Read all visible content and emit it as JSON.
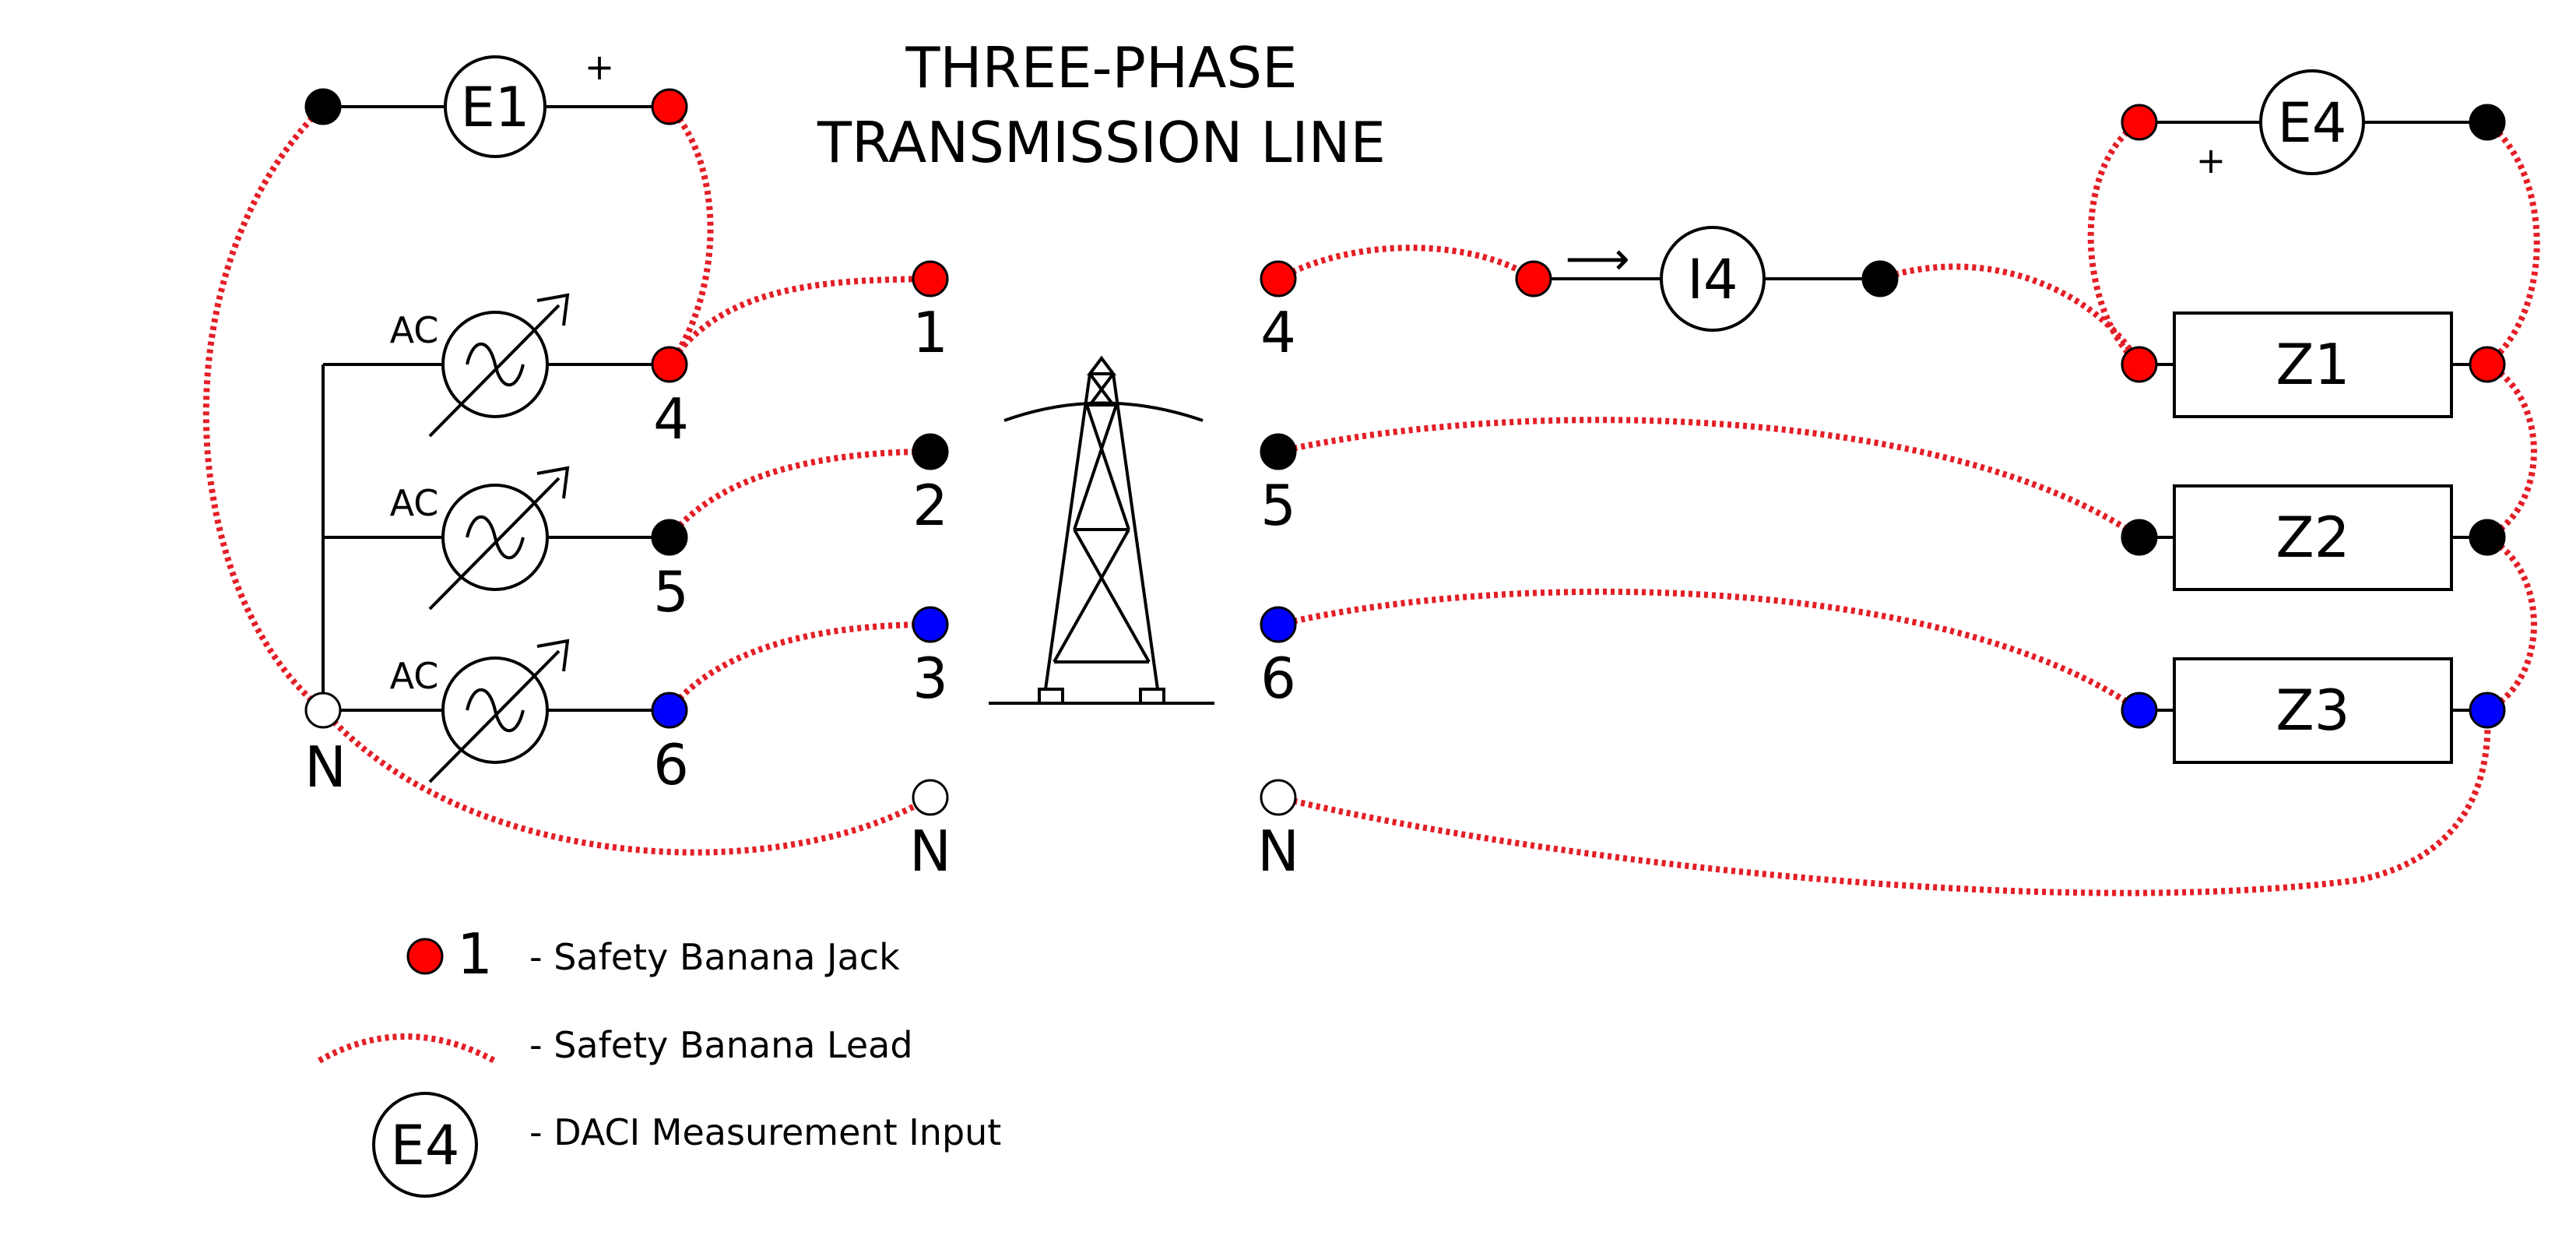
{
  "title": {
    "line1": "THREE-PHASE",
    "line2": "TRANSMISSION LINE"
  },
  "colors": {
    "red": "#ff0000",
    "black": "#000000",
    "blue": "#0000ff",
    "white": "#ffffff",
    "lead": "#e41e26"
  },
  "meters": {
    "e1": "E1",
    "e4": "E4",
    "i4": "I4"
  },
  "polarity": {
    "e1_plus": "+",
    "e4_plus": "+",
    "current_arrow": "⟶"
  },
  "sources": {
    "ac1": "AC",
    "ac2": "AC",
    "ac3": "AC"
  },
  "left_terminals": {
    "t4": "4",
    "t5": "5",
    "t6": "6",
    "neutral": "N"
  },
  "line_left": {
    "t1": "1",
    "t2": "2",
    "t3": "3",
    "n": "N"
  },
  "line_right": {
    "t4": "4",
    "t5": "5",
    "t6": "6",
    "n": "N"
  },
  "loads": {
    "z1": "Z1",
    "z2": "Z2",
    "z3": "Z3"
  },
  "legend": {
    "jack_number": "1",
    "jack_label": "- Safety Banana Jack",
    "lead_label": "- Safety Banana Lead",
    "meter_symbol": "E4",
    "meter_label": "- DACI Measurement Input"
  }
}
